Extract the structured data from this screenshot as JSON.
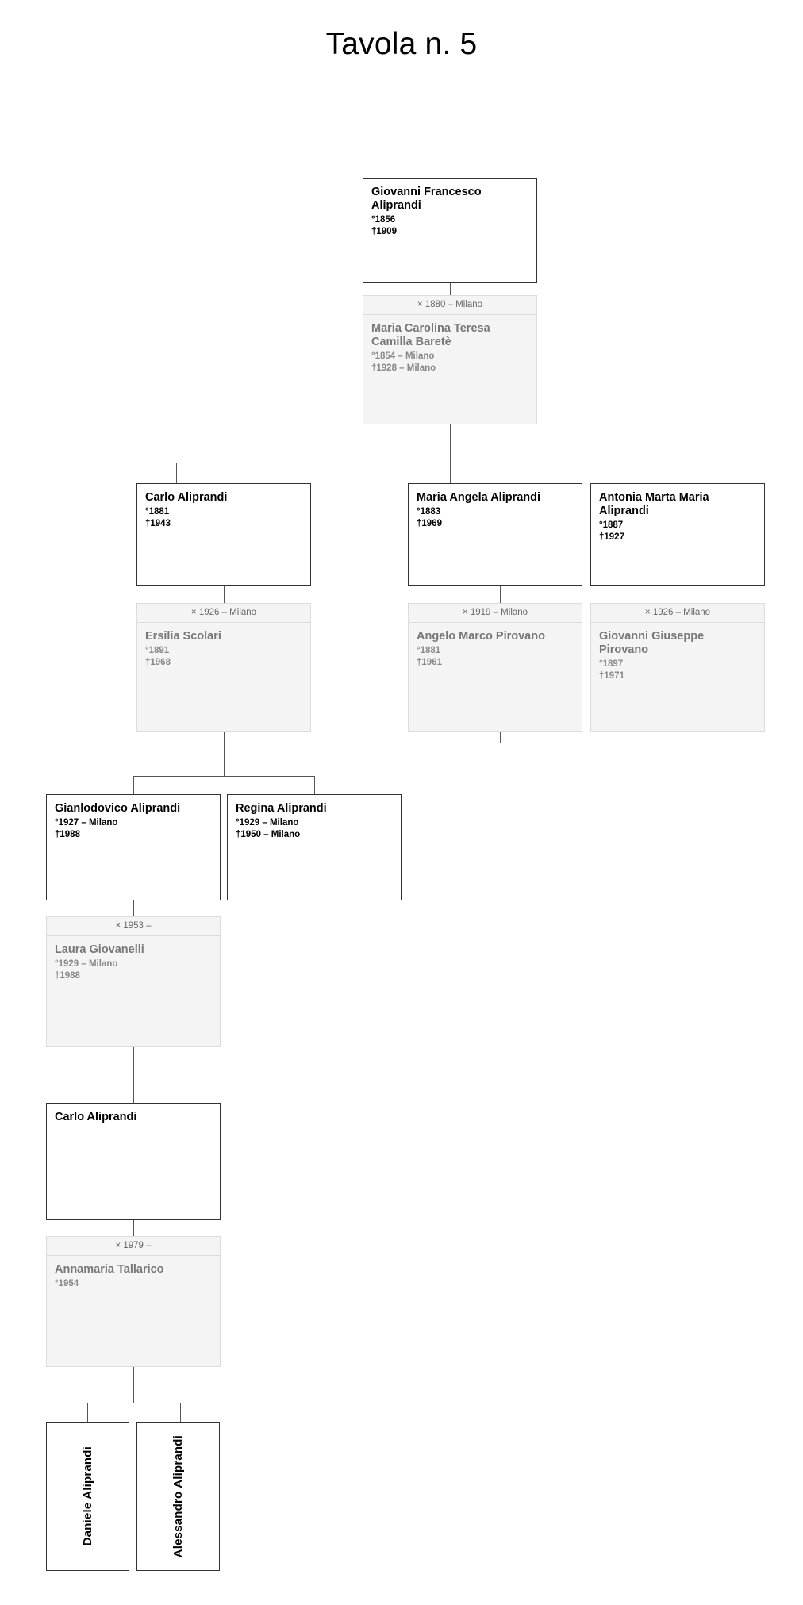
{
  "title": "Tavola n. 5",
  "colors": {
    "person_border": "#333333",
    "person_bg": "#ffffff",
    "person_text": "#000000",
    "spouse_border": "#dcdcdc",
    "spouse_bg": "#f4f4f4",
    "spouse_name_text": "#777777",
    "spouse_date_text": "#888888",
    "marriage_text": "#666666",
    "line": "#555555",
    "page_bg": "#ffffff"
  },
  "symbols": {
    "birth": "°",
    "death": "†",
    "marriage": "×"
  },
  "people": {
    "giovanni_francesco": {
      "name": "Giovanni Francesco Aliprandi",
      "birth": "°1856",
      "death": "†1909"
    },
    "maria_carolina": {
      "marriage": "× 1880 – Milano",
      "name": "Maria Carolina Teresa Camilla Baretè",
      "birth": "°1854 – Milano",
      "death": "†1928 – Milano"
    },
    "carlo_1881": {
      "name": "Carlo Aliprandi",
      "birth": "°1881",
      "death": "†1943"
    },
    "maria_angela": {
      "name": "Maria Angela Aliprandi",
      "birth": "°1883",
      "death": "†1969"
    },
    "antonia_marta": {
      "name": "Antonia Marta Maria Aliprandi",
      "birth": "°1887",
      "death": "†1927"
    },
    "ersilia_scolari": {
      "marriage": "× 1926 – Milano",
      "name": "Ersilia Scolari",
      "birth": "°1891",
      "death": "†1968"
    },
    "angelo_pirovano": {
      "marriage": "× 1919 – Milano",
      "name": "Angelo Marco Pirovano",
      "birth": "°1881",
      "death": "†1961"
    },
    "giovanni_pirovano": {
      "marriage": "× 1926 – Milano",
      "name": "Giovanni Giuseppe Pirovano",
      "birth": "°1897",
      "death": "†1971"
    },
    "gianlodovico": {
      "name": "Gianlodovico Aliprandi",
      "birth": "°1927 – Milano",
      "death": "†1988"
    },
    "regina": {
      "name": "Regina Aliprandi",
      "birth": "°1929 – Milano",
      "death": "†1950 – Milano"
    },
    "laura_giovanelli": {
      "marriage": "× 1953 –",
      "name": "Laura Giovanelli",
      "birth": "°1929 – Milano",
      "death": "†1988"
    },
    "carlo_jr": {
      "name": "Carlo Aliprandi"
    },
    "annamaria_tallarico": {
      "marriage": "× 1979 –",
      "name": "Annamaria Tallarico",
      "birth": "°1954"
    },
    "daniele": {
      "name": "Daniele Aliprandi"
    },
    "alessandro": {
      "name": "Alessandro Aliprandi"
    }
  }
}
